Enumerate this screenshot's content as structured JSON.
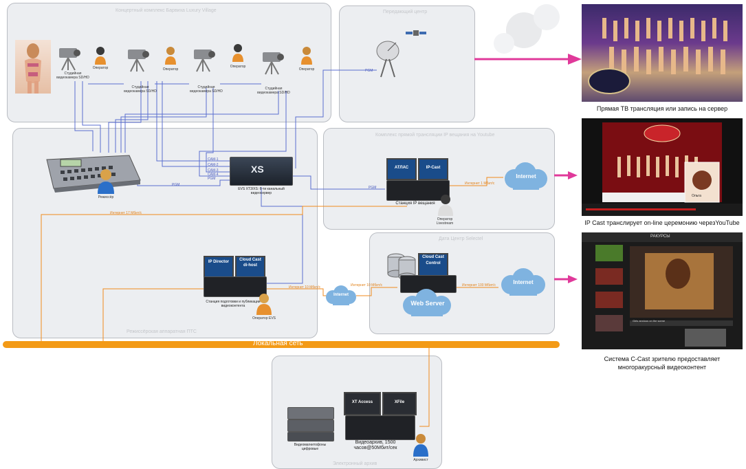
{
  "panels": {
    "concert": "Концертный комплекс Барвиха Luxury Village",
    "transmit": "Передающий центр",
    "youtube": "Комплекс прямой трансляции IP вещания на Youtube",
    "datacenter": "Дата Центр Selectel",
    "director": "Режиссёрская аппаратная ПТС",
    "archive": "Электронный архив"
  },
  "cameras": [
    {
      "label": "Студийная видеокамера SD/HD",
      "operator": "Оператор"
    },
    {
      "label": "Студийная видеокамера SD/HD",
      "operator": "Оператор"
    },
    {
      "label": "Студийная видеокамера SD/HD",
      "operator": "Оператор"
    },
    {
      "label": "Студийная видеокамера SD/HD",
      "operator": "Оператор"
    }
  ],
  "wires": {
    "pgm": "PGM",
    "cam1": "CAM-1",
    "cam2": "CAM-2",
    "cam3": "CAM-3",
    "cam4": "CAM-4",
    "internet_youtube": "Интернет 1 Мбит/с",
    "internet_local": "Интернет 10 Мбит/с",
    "internet_ptsc": "Интернет 10 Мбит/с",
    "internet_dc": "Интернет 10 Мбит/с",
    "internet_dc_out": "Интернет 100 Мбит/с",
    "internet_17": "Интернет 17 Мбит/с"
  },
  "devices": {
    "director_label": "Режиссёр",
    "evs_label": "EVS XT3/XS: 6-ти канальный видеосервер",
    "evs_screen": "XS",
    "ip_station": "Станция IP вещания",
    "ip_operator": "Оператор Livestream",
    "monitor_atlas": "АТЛАС",
    "monitor_ipcast": "IP-Cast",
    "monitor_ipdirector": "IP Director",
    "monitor_cloudcast": "Cloud Cast di-host",
    "prep_station": "Станция подготовки и публикации видеоконтента",
    "prep_operator": "Оператор EVS",
    "monitor_cloudcontrol": "Cloud Cast Control",
    "web_server": "Web Server",
    "internet": "Internet",
    "local_network": "Локальная сеть",
    "recorders": "Видеомагнитофоны цифровые",
    "archive_label": "Видеоархив, 1500 часов@50Мбит/сек",
    "archive_operator": "Архивист",
    "xt_access": "XT Access",
    "xfile": "XFile"
  },
  "captions": {
    "tv": "Прямая ТВ трансляция или запись на сервер",
    "youtube": "IP Cast транслирует on-line церемонию черезYouTube",
    "ccast_line1": "Система C-Cast зрителю предоставляет",
    "ccast_line2": "многоракурсный видеоконтент"
  },
  "screens": {
    "ccast_title": "РАКУРСЫ",
    "ccast_note": "Girls anxious on the scene",
    "youtube_name": "Ольга"
  },
  "colors": {
    "panel_bg": "#eceef1",
    "orange_wire": "#f08a1c",
    "blue_wire": "#5a6ed0",
    "magenta_arrow": "#e0399a",
    "local_bus": "#f39a16",
    "cloud": "#7fb3e0"
  }
}
